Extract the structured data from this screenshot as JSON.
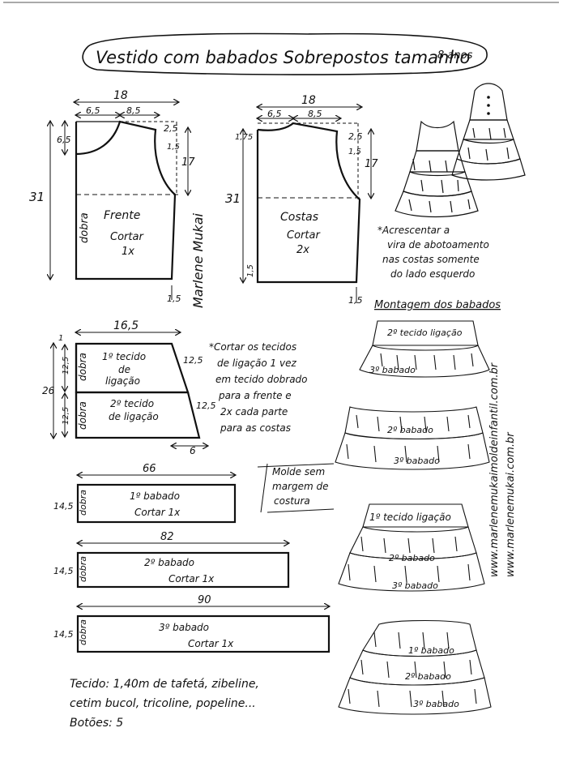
{
  "title": {
    "main": "Vestido com babados Sobrepostos tamanho",
    "size": "8 anos"
  },
  "front": {
    "width": "18",
    "neck": "6,5",
    "shoulder": "8,5",
    "drop": "2,5",
    "armhole": "1,5",
    "neck_depth": "6,5",
    "armhole_depth": "17",
    "length": "31",
    "hem": "1,5",
    "fold": "dobra",
    "label": "Frente",
    "cut_word": "Cortar",
    "cut": "1x"
  },
  "back": {
    "width": "18",
    "neck": "6,5",
    "shoulder": "8,5",
    "drop": "2,5",
    "armhole": "1,5",
    "neck_depth": "1,75",
    "armhole_depth": "17",
    "length": "31",
    "hem": "1,5",
    "side_hem": "1,5",
    "label": "Costas",
    "cut_word": "Cortar",
    "cut": "2x"
  },
  "back_note": [
    "*Acrescentar a",
    "vira de abotoamento",
    "nas costas somente",
    "do lado esquerdo"
  ],
  "yoke": {
    "width": "16,5",
    "top_offset": "1",
    "h1": "12,5",
    "h2": "12,5",
    "total": "26",
    "side1": "12,5",
    "side2": "12,5",
    "flare": "6",
    "fold1": "dobra",
    "fold2": "dobra",
    "label1a": "1º tecido",
    "label1b": "de",
    "label1c": "ligação",
    "label2a": "2º tecido",
    "label2b": "de ligação"
  },
  "yoke_note": [
    "*Cortar os tecidos",
    "de ligação 1 vez",
    "em tecido dobrado",
    "para a frente e",
    "2x cada parte",
    "para as costas"
  ],
  "seam_note": [
    "Molde sem",
    "margem de",
    "costura"
  ],
  "ruffles": [
    {
      "width": "66",
      "height": "14,5",
      "fold": "dobra",
      "name": "1º babado",
      "cut": "Cortar 1x"
    },
    {
      "width": "82",
      "height": "14,5",
      "fold": "dobra",
      "name": "2º babado",
      "cut": "Cortar 1x"
    },
    {
      "width": "90",
      "height": "14,5",
      "fold": "dobra",
      "name": "3º babado",
      "cut": "Cortar 1x"
    }
  ],
  "assembly": {
    "title": "Montagem dos babados",
    "labels": [
      "2º tecido ligação",
      "3º babado",
      "2º babado",
      "3º babado",
      "1º tecido ligação",
      "2º babado",
      "3º babado",
      "1º babado",
      "2º babado",
      "3º babado"
    ]
  },
  "website": [
    "www.marlenemukaimoldeinfantil.com.br",
    "www.marlenemukai.com.br"
  ],
  "signature": "Marlene Mukai",
  "materials": [
    "Tecido: 1,40m de tafetá, zibeline,",
    "cetim bucol, tricoline, popeline...",
    "Botões: 5"
  ]
}
